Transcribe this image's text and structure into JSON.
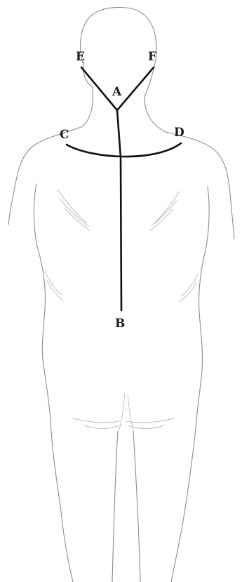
{
  "labels": {
    "a": "A",
    "b": "B",
    "c": "C",
    "d": "D",
    "e": "E",
    "f": "F"
  },
  "colors": {
    "guide_line": "#111111",
    "outline": "#8c8c8c",
    "background": "#ffffff"
  }
}
